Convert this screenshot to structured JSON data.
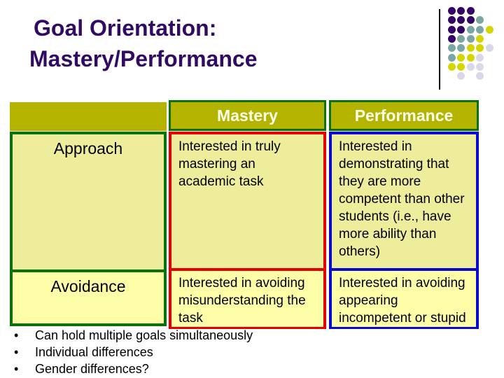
{
  "slide": {
    "title_line1": "Goal Orientation:",
    "title_line2": "Mastery/Performance",
    "title_color": "#310A63"
  },
  "table": {
    "col_headers": [
      {
        "label": ""
      },
      {
        "label": "Mastery"
      },
      {
        "label": "Performance"
      }
    ],
    "rows": [
      {
        "label": "Approach",
        "mastery": "Interested in truly\nmastering an\nacademic task",
        "performance": "Interested in\ndemonstrating that\nthey are more\ncompetent than other\nstudents (i.e., have\nmore ability than\nothers)"
      },
      {
        "label": "Avoidance",
        "mastery": "Interested in avoiding\nmisunderstanding the\ntask",
        "performance": "Interested in avoiding\nappearing\nincompetent or stupid"
      }
    ],
    "colors": {
      "header_bg": "#B4B400",
      "header_text": "#FFFFEE",
      "green_border": "#0A720A",
      "red_border": "#E60000",
      "blue_border": "#0A0ACF",
      "approach_row_bg": "#EDED9B",
      "avoidance_row_bg": "#FEFEA8"
    }
  },
  "bullets": [
    "Can hold multiple goals simultaneously",
    "Individual differences",
    "Gender differences?"
  ],
  "decoration": {
    "line_color": "#000000",
    "dot_colors": {
      "purple": "#330566",
      "teal": "#7BA7A2",
      "yellow": "#D5D600",
      "lavender": "#D8D8E8"
    },
    "dot_rows": [
      [
        "purple",
        "purple",
        "purple",
        null,
        null
      ],
      [
        "purple",
        "purple",
        "purple",
        "teal",
        null
      ],
      [
        "purple",
        "purple",
        "teal",
        "teal",
        "yellow"
      ],
      [
        "purple",
        "teal",
        "teal",
        "yellow",
        null
      ],
      [
        "teal",
        "teal",
        "yellow",
        "yellow",
        "lavender"
      ],
      [
        "teal",
        "yellow",
        "yellow",
        "lavender",
        null
      ],
      [
        "yellow",
        "yellow",
        "lavender",
        "lavender",
        null
      ],
      [
        null,
        "lavender",
        null,
        "lavender",
        null
      ]
    ]
  }
}
